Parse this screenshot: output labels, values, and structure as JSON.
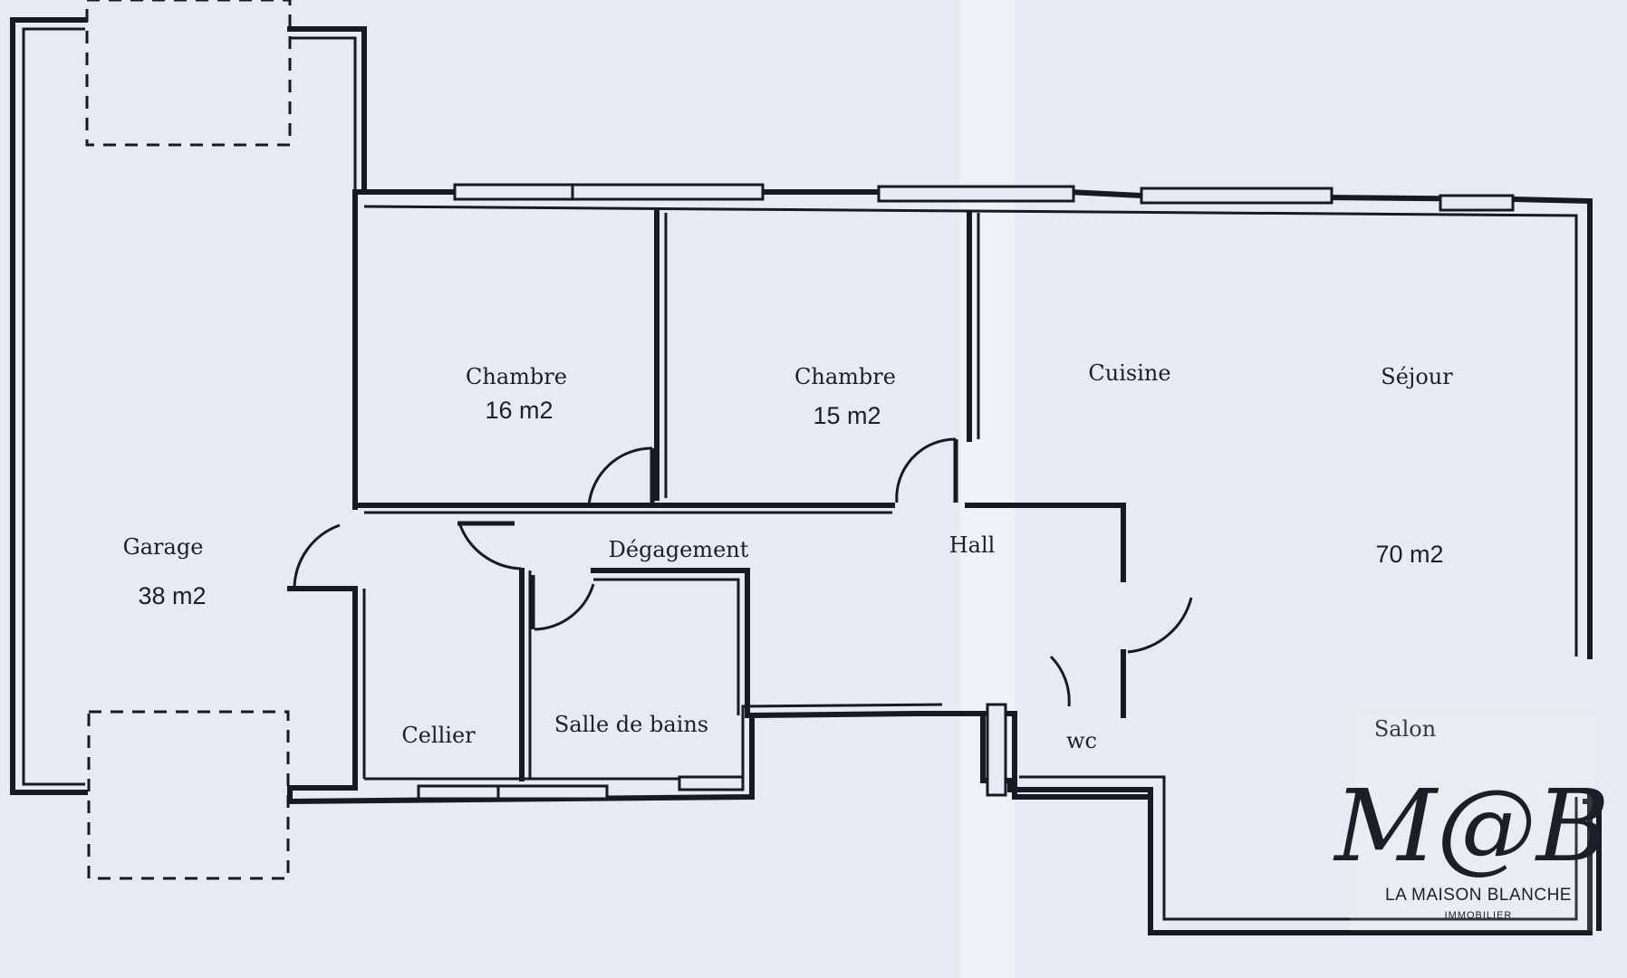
{
  "rooms": {
    "garage": {
      "name": "Garage",
      "area": "38 m2"
    },
    "chambre1": {
      "name": "Chambre",
      "area": "16 m2"
    },
    "chambre2": {
      "name": "Chambre",
      "area": "15 m2"
    },
    "cuisine": {
      "name": "Cuisine"
    },
    "sejour": {
      "name": "Séjour",
      "area": "70 m2"
    },
    "degagement": {
      "name": "Dégagement"
    },
    "hall": {
      "name": "Hall"
    },
    "cellier": {
      "name": "Cellier"
    },
    "salle_de_bains": {
      "name": "Salle de bains"
    },
    "wc": {
      "name": "wc"
    },
    "salon": {
      "name": "Salon"
    }
  },
  "logo": {
    "script": "M@B",
    "name": "LA MAISON BLANCHE",
    "subtitle": "IMMOBILIER",
    "color": "#b9a7dc"
  },
  "colors": {
    "paper": "#e6ebf1",
    "ink": "#171a20"
  }
}
